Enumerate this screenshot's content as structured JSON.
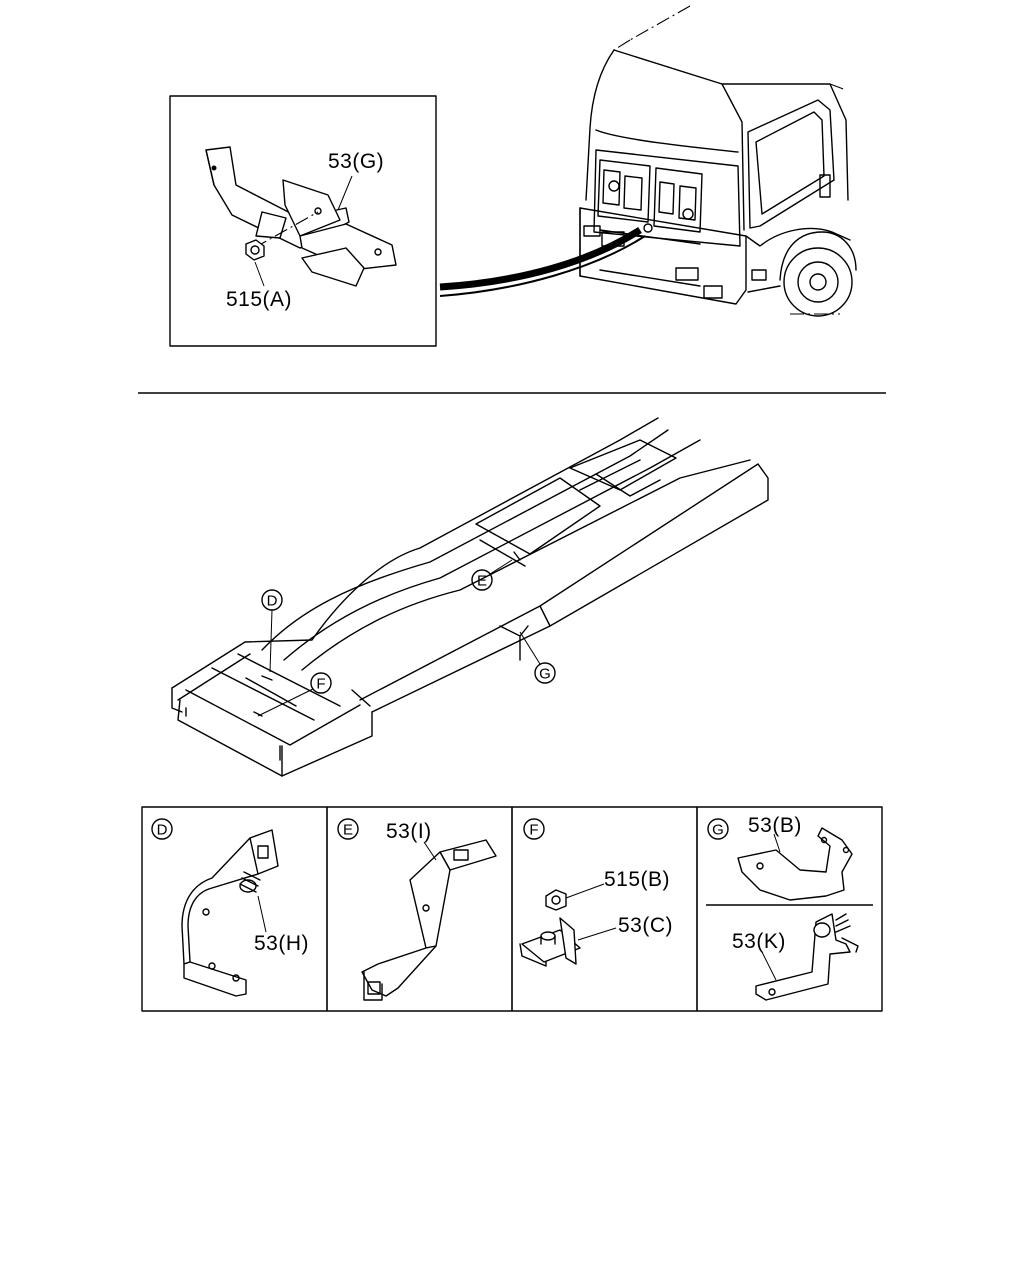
{
  "labels": {
    "inset_bracket": "53(G)",
    "inset_nut": "515(A)",
    "callout_d": "D",
    "callout_e": "E",
    "callout_f": "F",
    "callout_g": "G"
  },
  "detail_panels": [
    {
      "letter": "D",
      "parts": [
        "53(H)"
      ]
    },
    {
      "letter": "E",
      "parts": [
        "53(I)"
      ]
    },
    {
      "letter": "F",
      "parts": [
        "515(B)",
        "53(C)"
      ]
    },
    {
      "letter": "G",
      "parts": [
        "53(B)",
        "53(K)"
      ]
    }
  ]
}
